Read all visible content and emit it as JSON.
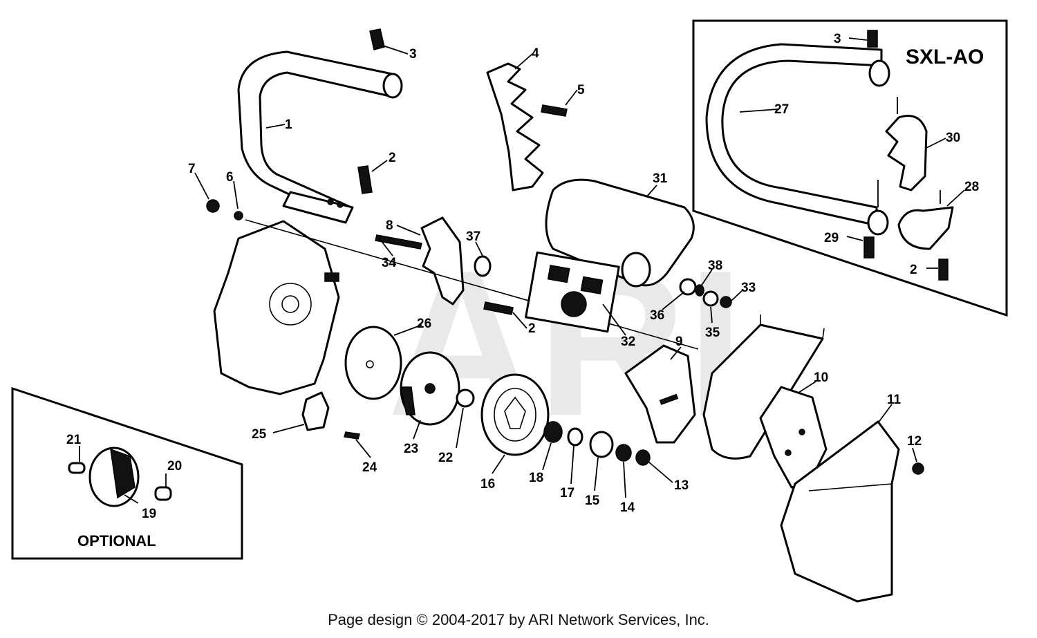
{
  "diagram": {
    "watermark": "ARI",
    "inset_main_title": "SXL-AO",
    "inset_optional_title": "OPTIONAL",
    "callouts": [
      {
        "id": "1",
        "label": "1"
      },
      {
        "id": "2a",
        "label": "2"
      },
      {
        "id": "2b",
        "label": "2"
      },
      {
        "id": "2c",
        "label": "2"
      },
      {
        "id": "3a",
        "label": "3"
      },
      {
        "id": "3b",
        "label": "3"
      },
      {
        "id": "4",
        "label": "4"
      },
      {
        "id": "5",
        "label": "5"
      },
      {
        "id": "6",
        "label": "6"
      },
      {
        "id": "7",
        "label": "7"
      },
      {
        "id": "8",
        "label": "8"
      },
      {
        "id": "9",
        "label": "9"
      },
      {
        "id": "10",
        "label": "10"
      },
      {
        "id": "11",
        "label": "11"
      },
      {
        "id": "12",
        "label": "12"
      },
      {
        "id": "13",
        "label": "13"
      },
      {
        "id": "14",
        "label": "14"
      },
      {
        "id": "15",
        "label": "15"
      },
      {
        "id": "16",
        "label": "16"
      },
      {
        "id": "17",
        "label": "17"
      },
      {
        "id": "18",
        "label": "18"
      },
      {
        "id": "19",
        "label": "19"
      },
      {
        "id": "20",
        "label": "20"
      },
      {
        "id": "21",
        "label": "21"
      },
      {
        "id": "22",
        "label": "22"
      },
      {
        "id": "23",
        "label": "23"
      },
      {
        "id": "24",
        "label": "24"
      },
      {
        "id": "25",
        "label": "25"
      },
      {
        "id": "26",
        "label": "26"
      },
      {
        "id": "27",
        "label": "27"
      },
      {
        "id": "28",
        "label": "28"
      },
      {
        "id": "29",
        "label": "29"
      },
      {
        "id": "30",
        "label": "30"
      },
      {
        "id": "31",
        "label": "31"
      },
      {
        "id": "32",
        "label": "32"
      },
      {
        "id": "33",
        "label": "33"
      },
      {
        "id": "34",
        "label": "34"
      },
      {
        "id": "35",
        "label": "35"
      },
      {
        "id": "36",
        "label": "36"
      },
      {
        "id": "37",
        "label": "37"
      },
      {
        "id": "38",
        "label": "38"
      }
    ]
  },
  "footer": {
    "copyright": "Page design © 2004-2017 by ARI Network Services, Inc."
  }
}
